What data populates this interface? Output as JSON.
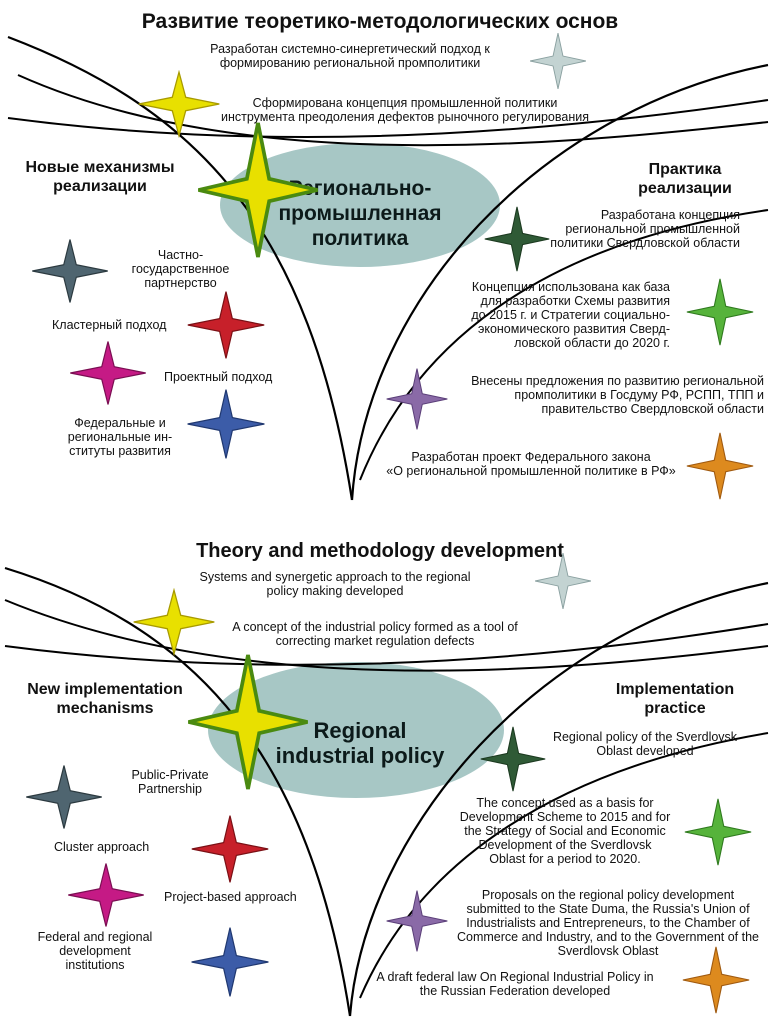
{
  "colors": {
    "ellipse": "#a7c7c5",
    "star_yellow": "#e8e000",
    "star_lightgray": "#c3d3d2",
    "star_darkgreen": "#2f5a36",
    "star_green": "#56b33b",
    "star_purple": "#8a6aa7",
    "star_orange": "#dd8a1e",
    "star_slate": "#4f6570",
    "star_red": "#c7202a",
    "star_magenta": "#c51a85",
    "star_blue": "#3c5ca8"
  },
  "ru": {
    "title": "Развитие теоретико-методологических основ",
    "top_item1": "Разработан системно-синергетический подход к\nформированию региональной промполитики",
    "top_item2": "Сформирована концепция промышленной политики\nинструмента преодоления дефектов рыночного регулирования",
    "left_heading": "Новые механизмы\nреализации",
    "right_heading": "Практика\nреализации",
    "center_label": "Регионально-\nпромышленная\nполитика",
    "left_items": [
      "Частно-\nгосударственное\nпартнерство",
      "Кластерный подход",
      "Проектный подход",
      "Федеральные и\nрегиональные ин-\nституты развития"
    ],
    "right_items": [
      "Разработана концепция\nрегиональной промышленной\nполитики Свердловской области",
      "Концепция использована как база\nдля разработки Схемы развития\nдо 2015 г. и  Стратегии социально-\nэкономического развития Сверд-\nловской области до 2020 г.",
      "Внесены предложения по развитию региональной\nпромполитики в Госдуму РФ, РСПП, ТПП и\nправительство Свердловской области",
      "Разработан проект Федерального закона\n«О региональной промышленной политике в РФ»"
    ]
  },
  "en": {
    "title": "Theory and methodology development",
    "top_item1": "Systems and synergetic approach to the regional\npolicy making developed",
    "top_item2": "A concept of the industrial policy formed as a tool of\ncorrecting market regulation defects",
    "left_heading": "New implementation\nmechanisms",
    "right_heading": "Implementation\npractice",
    "center_label": "Regional\nindustrial policy",
    "left_items": [
      "Public-Private\nPartnership",
      "Cluster approach",
      "Project-based approach",
      "Federal and regional\ndevelopment\ninstitutions"
    ],
    "right_items": [
      "Regional policy of the Sverdlovsk\nOblast developed",
      "The concept used as a basis for\nDevelopment Scheme to 2015 and for\nthe Strategy of Social and Economic\nDevelopment of the Sverdlovsk\nOblast for a period to 2020.",
      "Proposals on the regional policy development\nsubmitted to the State Duma, the Russia's Union of\nIndustrialists and Entrepreneurs, to the Chamber of\nCommerce and Industry, and to the Government of the\nSverdlovsk Oblast",
      "A draft federal law On Regional Industrial Policy in\nthe Russian Federation developed"
    ]
  }
}
